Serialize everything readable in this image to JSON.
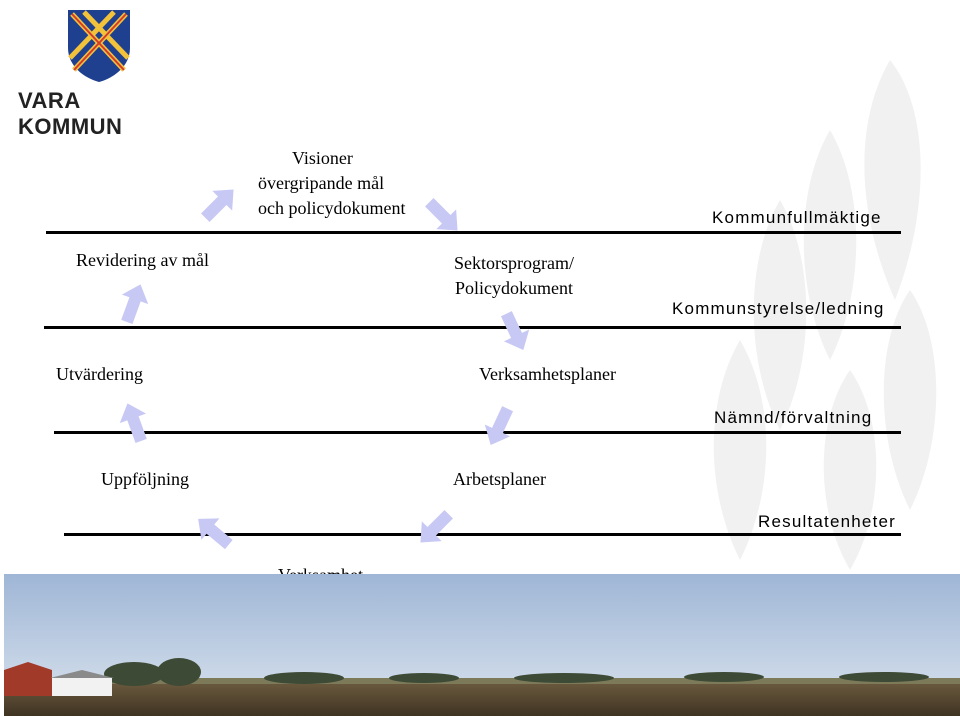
{
  "logo": {
    "text": "VARA KOMMUN",
    "colors": {
      "shield": "#1f3f8f",
      "cross": "#f2c23a",
      "stripe": "#d23a2f"
    }
  },
  "cycle": {
    "visioner_line1": "Visioner",
    "visioner_line2": "övergripande mål",
    "visioner_line3": "och policydokument",
    "sektor_line1": "Sektorsprogram/",
    "sektor_line2": "Policydokument",
    "verksamhetsplaner": "Verksamhetsplaner",
    "arbetsplaner": "Arbetsplaner",
    "verksamhet": "Verksamhet",
    "uppfoljning": "Uppföljning",
    "utvardering": "Utvärdering",
    "revidering": "Revidering av mål"
  },
  "levels": {
    "kommunfullmaktige": "Kommunfullmäktige",
    "kommunstyrelse": "Kommunstyrelse/ledning",
    "namnd": "Nämnd/förvaltning",
    "resultatenheter": "Resultatenheter"
  },
  "colors": {
    "arrow": "#c8c8f5",
    "line": "#000000"
  },
  "icons": {
    "arrow": "arrow-icon",
    "wheat": "wheat-ear-watermark"
  }
}
